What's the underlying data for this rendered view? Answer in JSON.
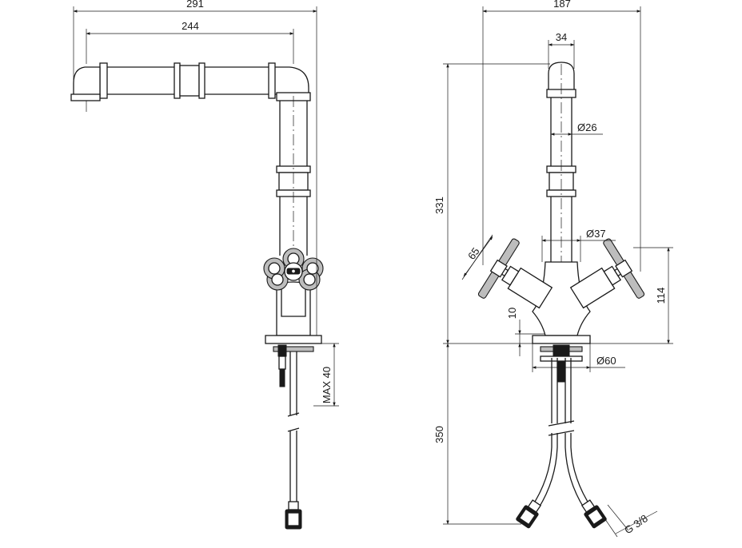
{
  "dimensions": {
    "side_total_width": "291",
    "side_spout_length": "244",
    "side_max_thickness": "MAX 40",
    "front_total_width": "187",
    "front_spout_dia_top": "34",
    "front_tube_dia": "Ø26",
    "front_body_dia": "Ø37",
    "front_height": "331",
    "front_handle_length": "65",
    "front_handle_height": "114",
    "front_handle_offset": "10",
    "front_base_dia": "Ø60",
    "front_hose_length": "350",
    "front_thread": "G 3/8"
  }
}
